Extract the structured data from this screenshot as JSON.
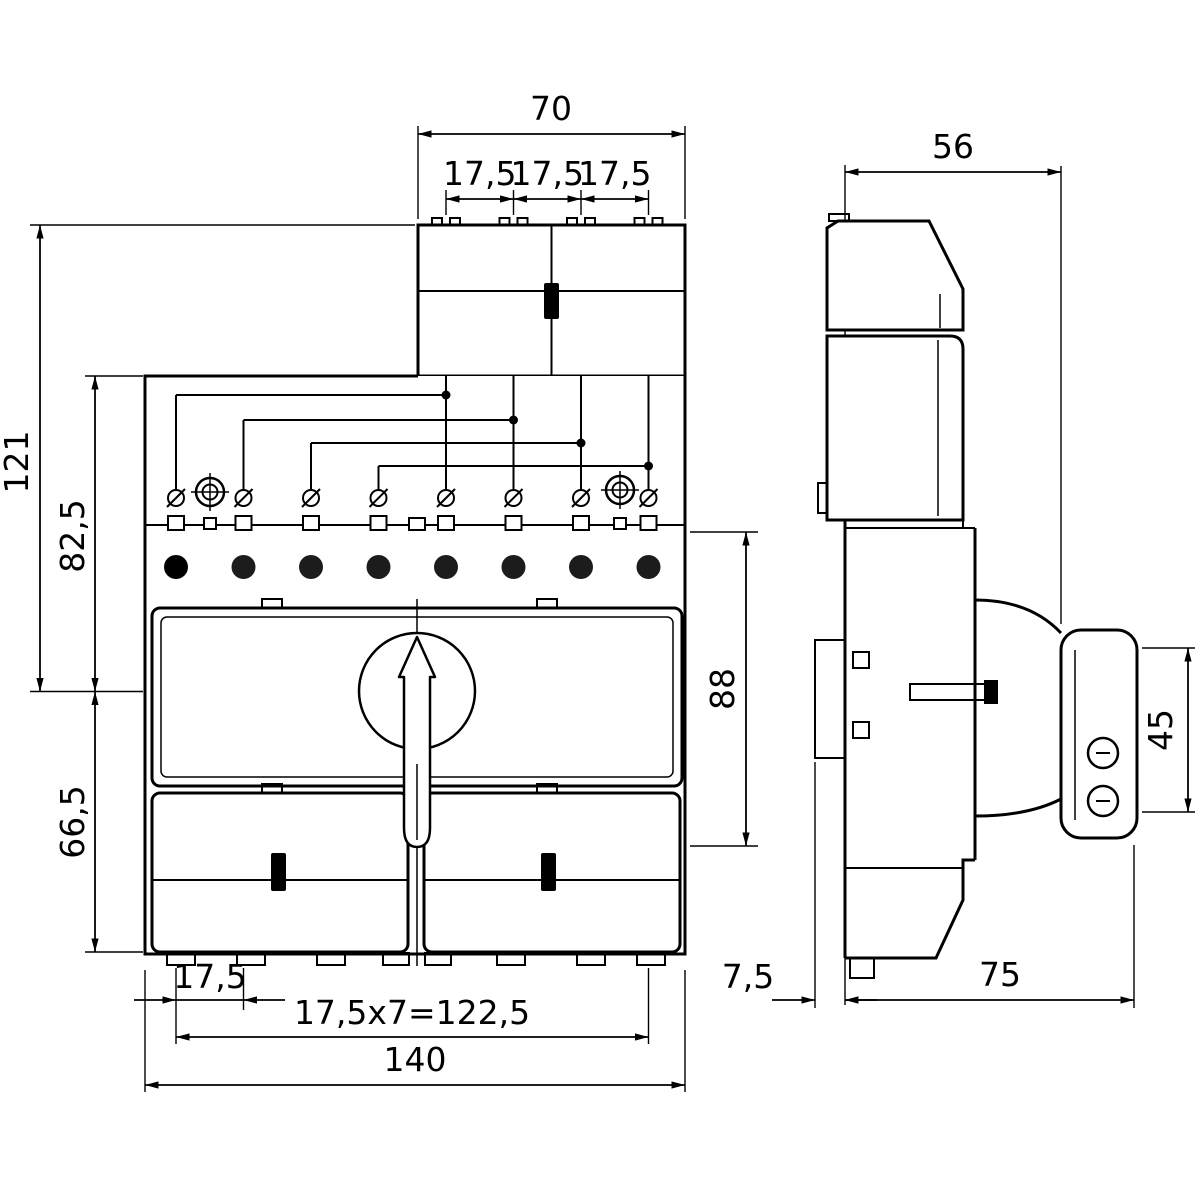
{
  "dims": {
    "front": {
      "top_width": "70",
      "top_pitch_1": "17,5",
      "top_pitch_2": "17,5",
      "top_pitch_3": "17,5",
      "overall_height": "121",
      "upper_height": "82,5",
      "lower_height": "66,5",
      "body_height": "88",
      "bottom_first_pitch": "17,5",
      "bottom_total_pitch": "17,5x7=122,5",
      "overall_width": "140"
    },
    "side": {
      "depth": "56",
      "handle_height": "45",
      "rail_offset": "7,5",
      "body_depth": "75"
    }
  }
}
